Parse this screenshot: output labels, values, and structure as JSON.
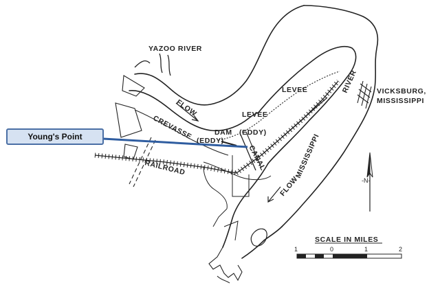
{
  "callout": {
    "label": "Young's Point",
    "box_fill": "#d6e2f2",
    "box_border": "#4a6fa5",
    "leader_color": "#2f5da0"
  },
  "labels": {
    "yazoo_river": "YAZOO RIVER",
    "flow_upper": "FLOW",
    "flow_lower": "FLOW",
    "levee_right": "LEVEE",
    "levee_mid": "LEVEE",
    "dam": "DAM",
    "eddy_left": "(EDDY)",
    "eddy_right": "(EDDY)",
    "crevasse": "CREVASSE",
    "canal": "CANAL",
    "railroad": "RAILROAD",
    "mississippi": "MISSISSIPPI",
    "river": "RIVER",
    "vicksburg_line1": "VICKSBURG,",
    "vicksburg_line2": "MISSISSIPPI"
  },
  "north_arrow": {
    "label": "-N-"
  },
  "scale_bar": {
    "title": "SCALE IN MILES",
    "ticks": [
      "1",
      "0",
      "1",
      "2"
    ]
  },
  "colors": {
    "ink": "#222222",
    "paper": "#ffffff"
  }
}
